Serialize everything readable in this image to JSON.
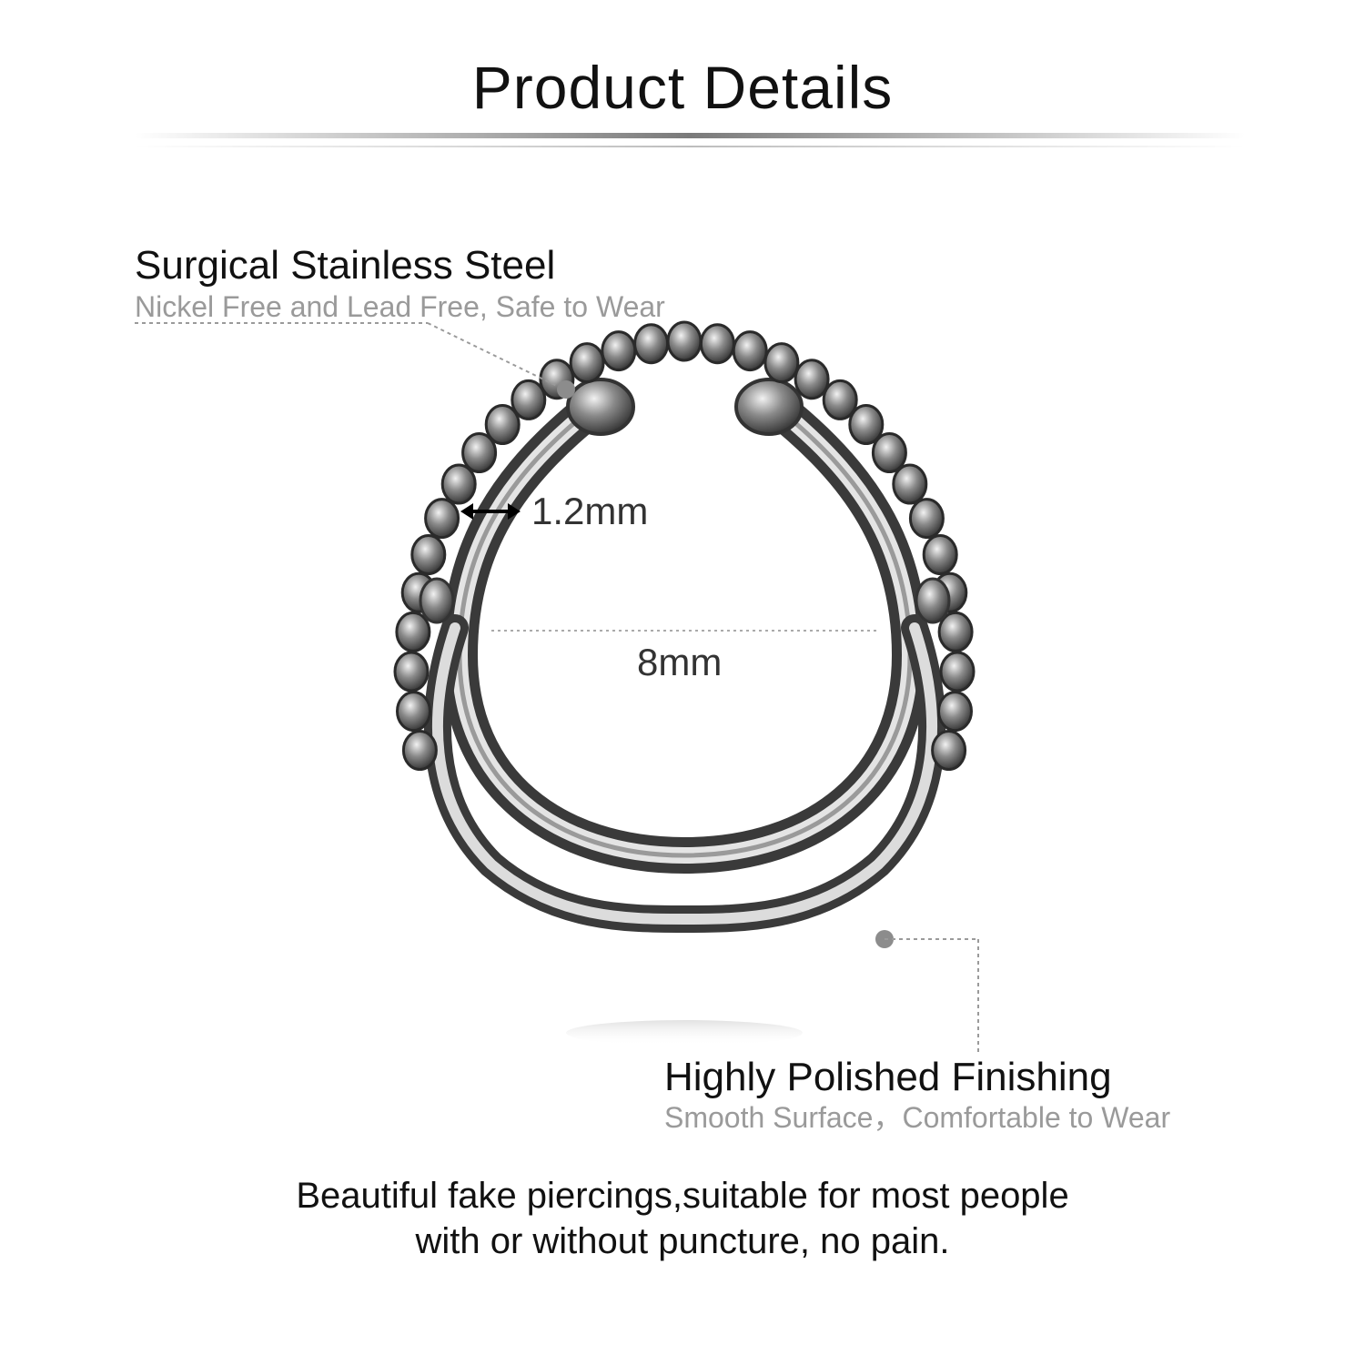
{
  "header": {
    "title": "Product Details"
  },
  "features": [
    {
      "title": "Surgical Stainless Steel",
      "subtitle": "Nickel Free and Lead Free, Safe to Wear"
    },
    {
      "title": "Highly Polished Finishing",
      "subtitle": "Smooth Surface，Comfortable to Wear"
    }
  ],
  "dimensions": {
    "wire_thickness": "1.2mm",
    "inner_diameter": "8mm"
  },
  "footer": {
    "line1": "Beautiful fake piercings,suitable for most people",
    "line2": "with or without puncture, no pain."
  },
  "colors": {
    "metal_dark": "#3a3a3a",
    "metal_light": "#d8d8d8",
    "callout_gray": "#8c8c8c",
    "subtitle_gray": "#9a9a9a"
  }
}
